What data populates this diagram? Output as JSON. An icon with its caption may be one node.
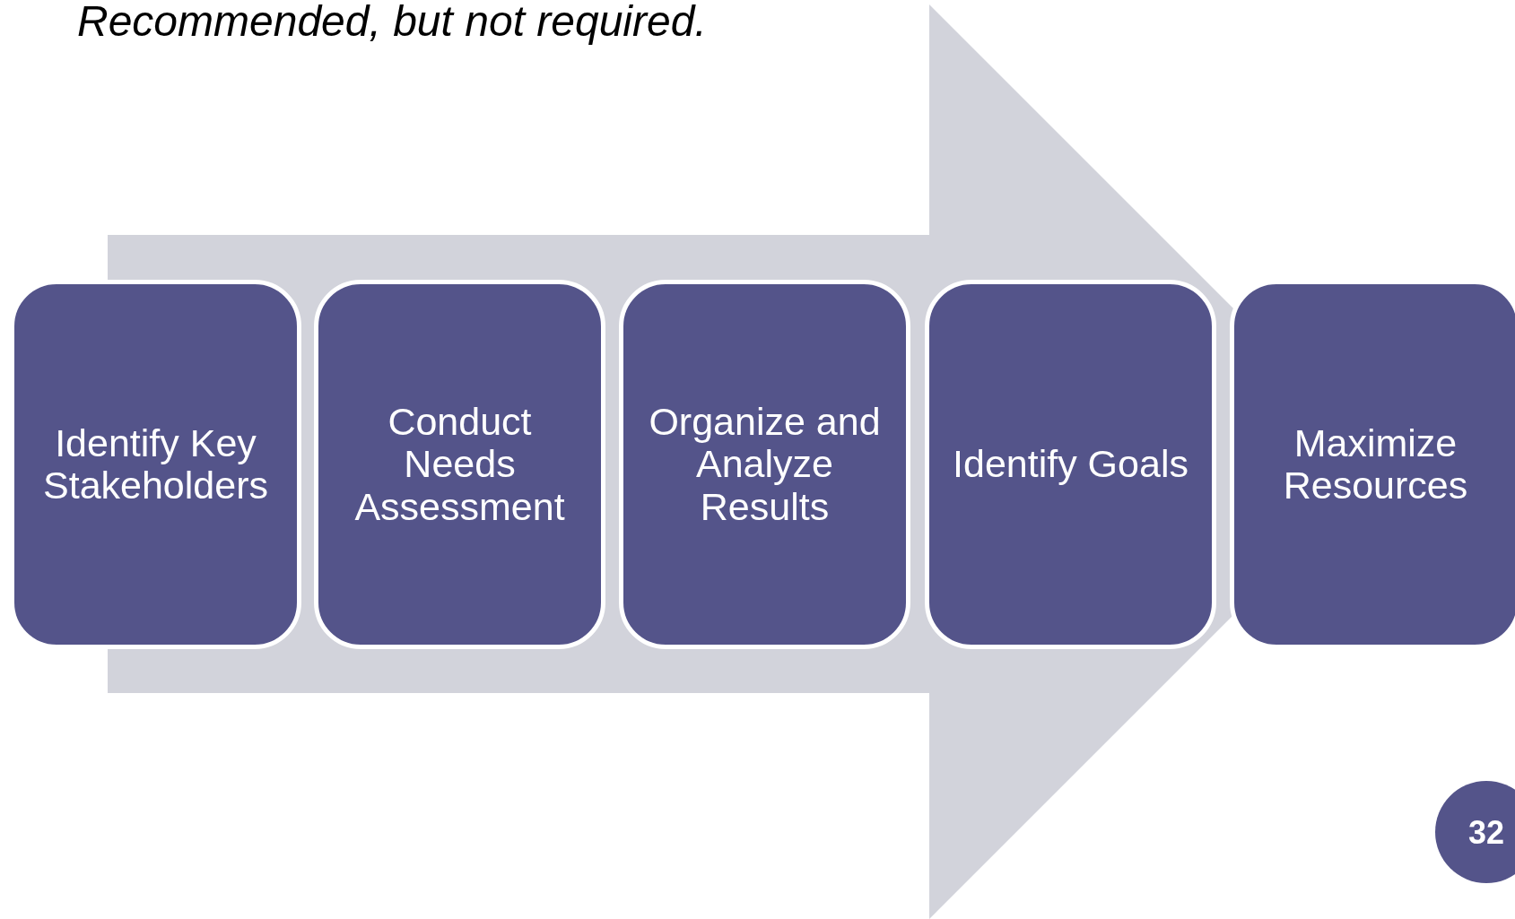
{
  "diagram": {
    "nodes": [
      {
        "text": [
          "Identify Key Stakeholders"
        ]
      },
      {
        "text": [
          "Conduct Needs Assessment"
        ]
      },
      {
        "text": [
          "Organize and Analyze Results"
        ]
      },
      {
        "text": [
          "Identify Goals"
        ]
      },
      {
        "text": [
          "Maximize Resources"
        ]
      }
    ],
    "edges": [
      {
        "from": 0,
        "to": 4,
        "arrow": "to"
      }
    ],
    "labels": [
      "Recommended, but not required.",
      "32"
    ]
  }
}
